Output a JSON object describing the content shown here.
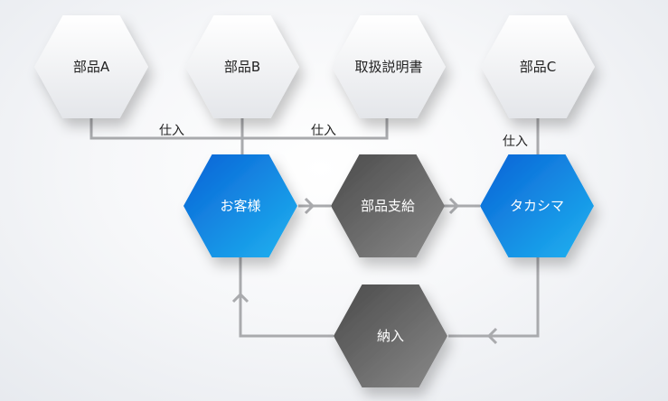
{
  "colors": {
    "connector": "#a9aaad",
    "white_top": "#ffffff",
    "white_bottom": "#e4e6ea",
    "white_text": "#222222",
    "blue_top": "#0a62d6",
    "blue_bottom": "#1fb3f0",
    "blue_text": "#ffffff",
    "gray_top": "#4a4a4a",
    "gray_bottom": "#8a8a8a",
    "gray_text": "#ffffff"
  },
  "nodes": {
    "part_a": {
      "label": "部品A",
      "style": "white"
    },
    "part_b": {
      "label": "部品B",
      "style": "white"
    },
    "manual": {
      "label": "取扱説明書",
      "style": "white"
    },
    "part_c": {
      "label": "部品C",
      "style": "white"
    },
    "customer": {
      "label": "お客様",
      "style": "blue"
    },
    "supply": {
      "label": "部品支給",
      "style": "gray"
    },
    "takashima": {
      "label": "タカシマ",
      "style": "blue"
    },
    "delivery": {
      "label": "納入",
      "style": "gray"
    }
  },
  "edges": {
    "purchase_ab": {
      "label": "仕入"
    },
    "purchase_manual": {
      "label": "仕入"
    },
    "purchase_c": {
      "label": "仕入"
    }
  }
}
